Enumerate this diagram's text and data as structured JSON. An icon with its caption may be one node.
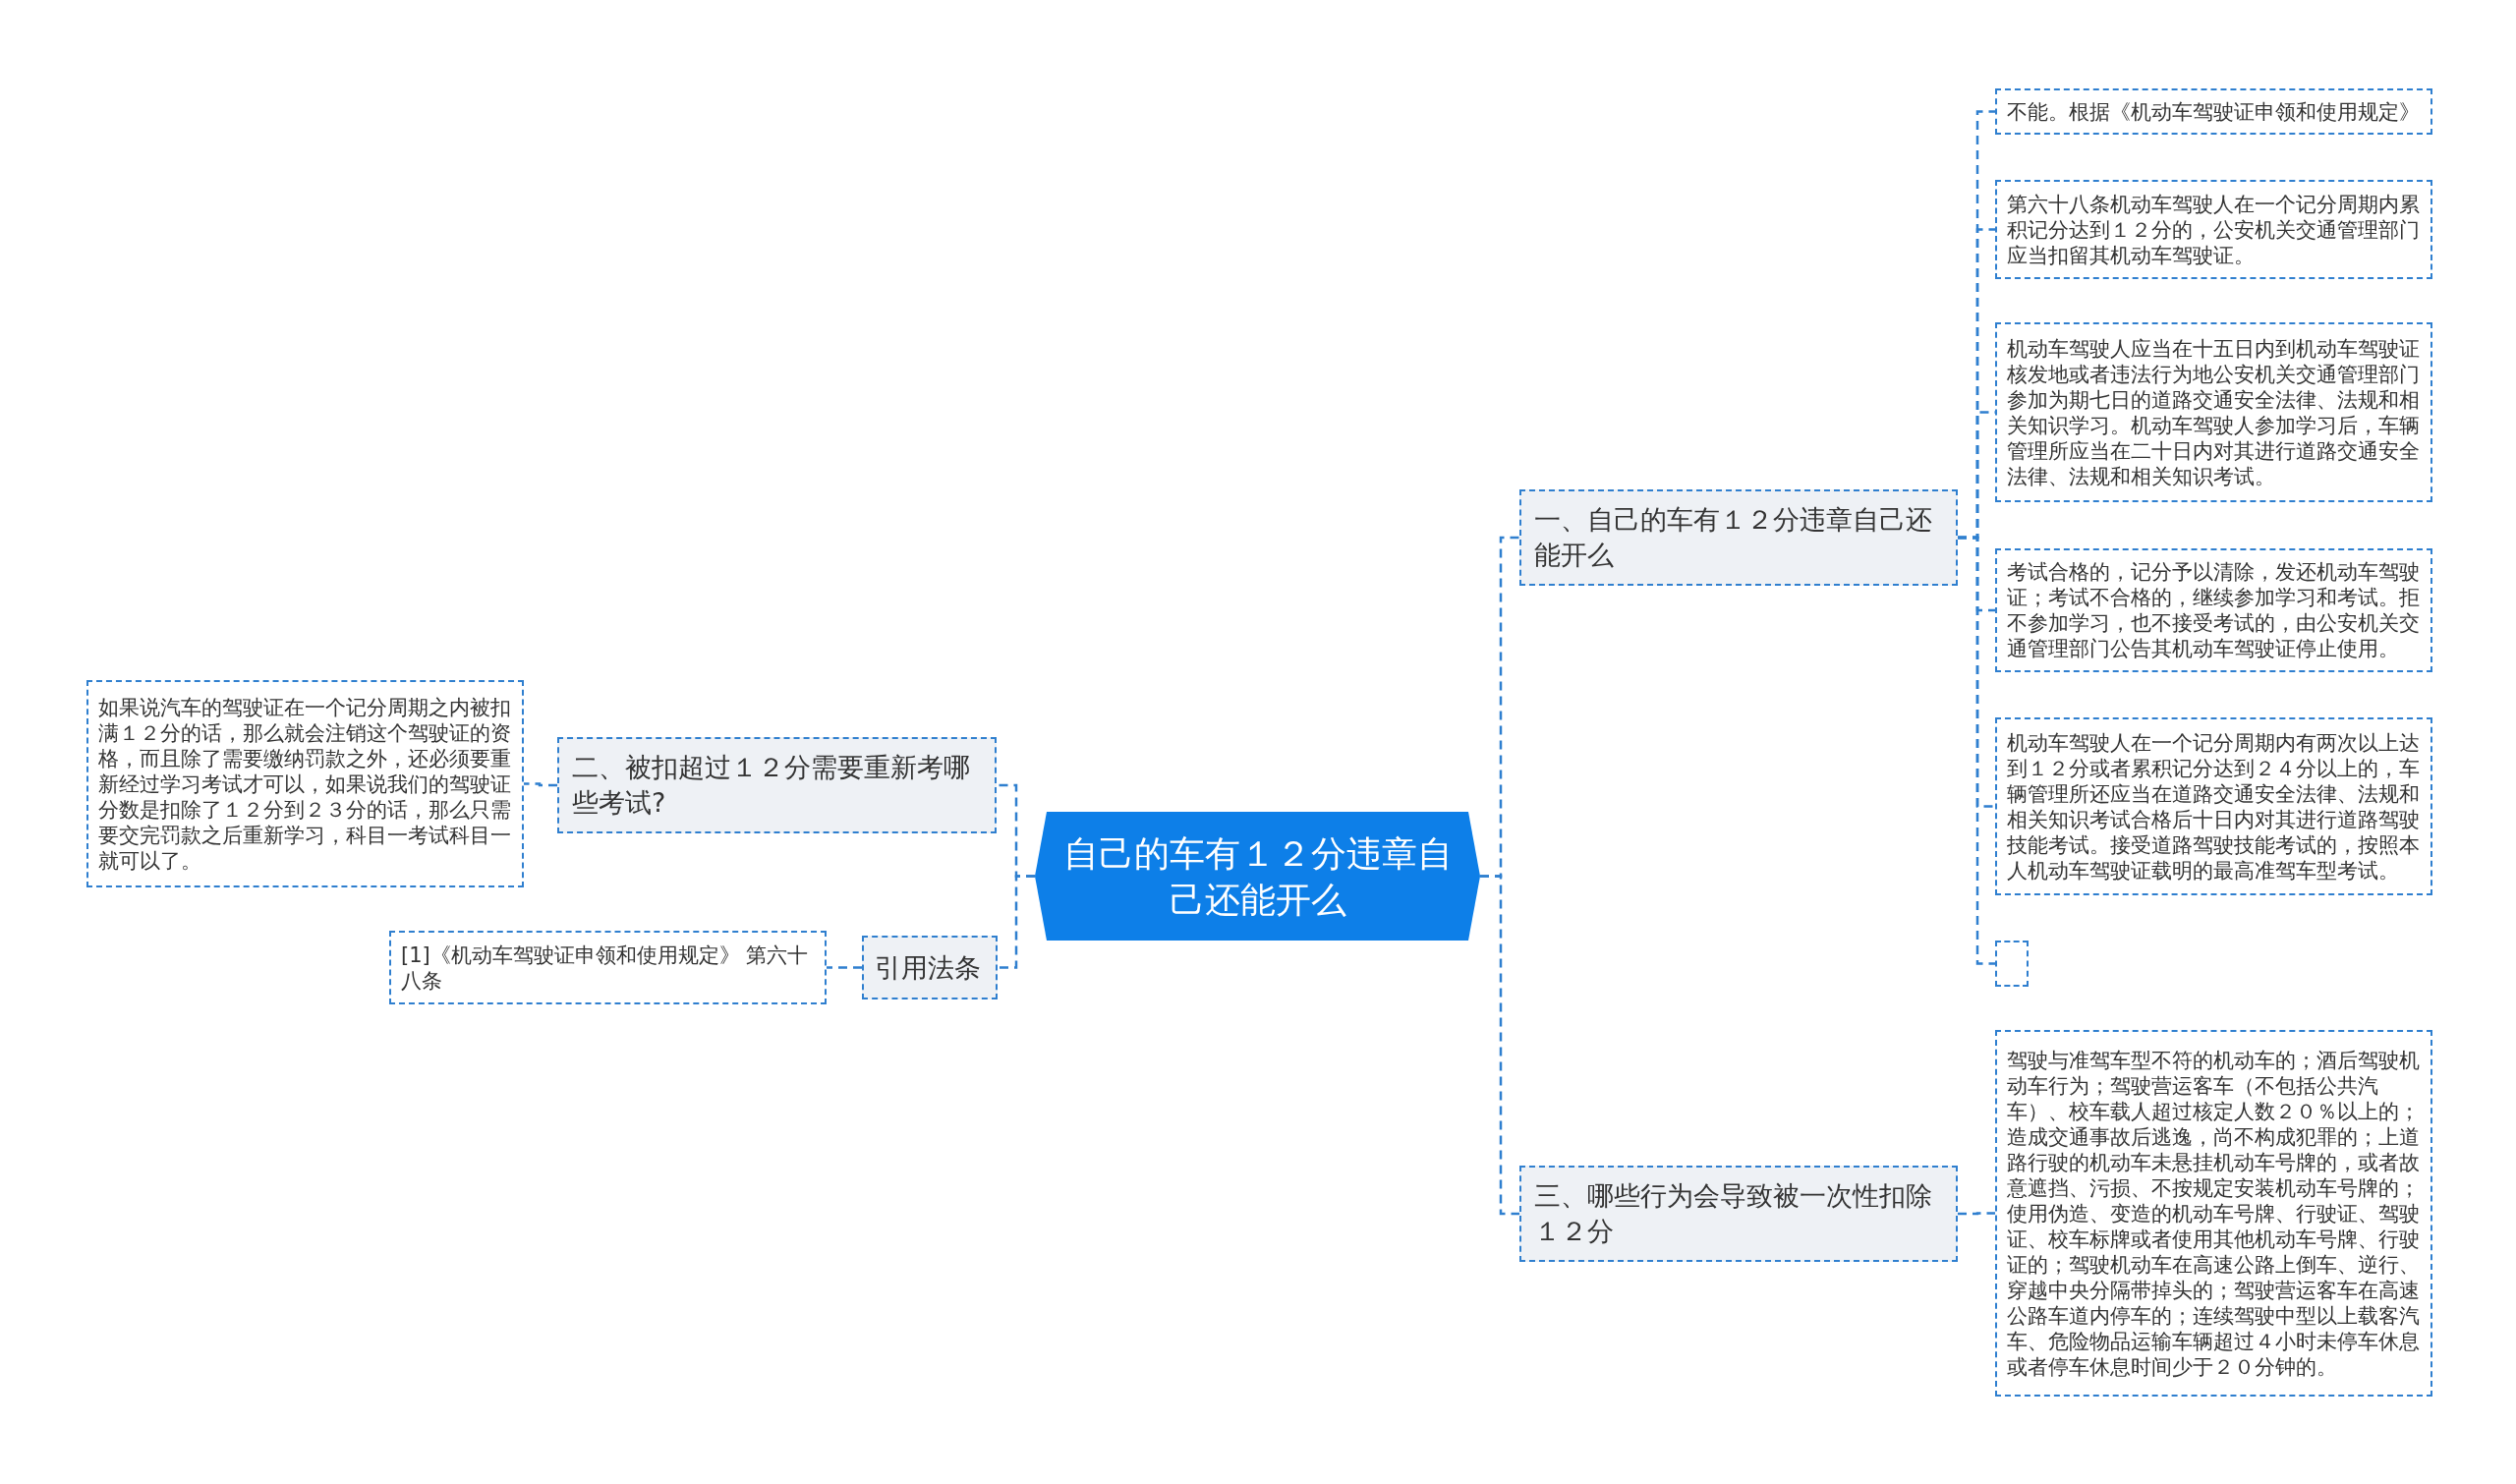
{
  "diagram": {
    "nodes": [
      {
        "text": [
          "自己的车有１２分违章自己还能开么"
        ]
      },
      {
        "text": [
          "一、自己的车有１２分违章自己还能开么"
        ]
      },
      {
        "text": [
          "不能。根据《机动车驾驶证申领和使用规定》"
        ]
      },
      {
        "text": [
          "第六十八条机动车驾驶人在一个记分周期内累积记分达到１２分的，公安机关交通管理部门应当扣留其机动车驾驶证。"
        ]
      },
      {
        "text": [
          "机动车驾驶人应当在十五日内到机动车驾驶证核发地或者违法行为地公安机关交通管理部门参加为期七日的道路交通安全法律、法规和相关知识学习。机动车驾驶人参加学习后，车辆管理所应当在二十日内对其进行道路交通安全法律、法规和相关知识考试。"
        ]
      },
      {
        "text": [
          "考试合格的，记分予以清除，发还机动车驾驶证；考试不合格的，继续参加学习和考试。拒不参加学习，也不接受考试的，由公安机关交通管理部门公告其机动车驾驶证停止使用。"
        ]
      },
      {
        "text": [
          "机动车驾驶人在一个记分周期内有两次以上达到１２分或者累积记分达到２４分以上的，车辆管理所还应当在道路交通安全法律、法规和相关知识考试合格后十日内对其进行道路驾驶技能考试。接受道路驾驶技能考试的，按照本人机动车驾驶证载明的最高准驾车型考试。"
        ]
      },
      {
        "text": [],
        "shape": "box"
      },
      {
        "text": [
          "三、哪些行为会导致被一次性扣除１２分"
        ]
      },
      {
        "text": [
          "驾驶与准驾车型不符的机动车的；酒后驾驶机动车行为；驾驶营运客车（不包括公共汽车）、校车载人超过核定人数２０％以上的；造成交通事故后逃逸，尚不构成犯罪的；上道路行驶的机动车未悬挂机动车号牌的，或者故意遮挡、污损、不按规定安装机动车号牌的；使用伪造、变造的机动车号牌、行驶证、驾驶证、校车标牌或者使用其他机动车号牌、行驶证的；驾驶机动车在高速公路上倒车、逆行、穿越中央分隔带掉头的；驾驶营运客车在高速公路车道内停车的；连续驾驶中型以上载客汽车、危险物品运输车辆超过４小时未停车休息或者停车休息时间少于２０分钟的。"
        ]
      },
      {
        "text": [
          "二、被扣超过１２分需要重新考哪些考试?"
        ]
      },
      {
        "text": [
          "如果说汽车的驾驶证在一个记分周期之内被扣满１２分的话，那么就会注销这个驾驶证的资格，而且除了需要缴纳罚款之外，还必须要重新经过学习考试才可以，如果说我们的驾驶证分数是扣除了１２分到２３分的话，那么只需要交完罚款之后重新学习，科目一考试科目一就可以了。"
        ]
      },
      {
        "text": [
          "引用法条"
        ]
      },
      {
        "text": [
          "[1]《机动车驾驶证申领和使用规定》 第六十八条"
        ]
      }
    ],
    "edges": [
      {
        "from": 0,
        "to": 1,
        "arrow": "none",
        "style": "dashed"
      },
      {
        "from": 1,
        "to": 2,
        "arrow": "none",
        "style": "dashed"
      },
      {
        "from": 1,
        "to": 3,
        "arrow": "none",
        "style": "dashed"
      },
      {
        "from": 1,
        "to": 4,
        "arrow": "none",
        "style": "dashed"
      },
      {
        "from": 1,
        "to": 5,
        "arrow": "none",
        "style": "dashed"
      },
      {
        "from": 1,
        "to": 6,
        "arrow": "none",
        "style": "dashed"
      },
      {
        "from": 1,
        "to": 7,
        "arrow": "none",
        "style": "dashed"
      },
      {
        "from": 0,
        "to": 8,
        "arrow": "none",
        "style": "dashed"
      },
      {
        "from": 8,
        "to": 9,
        "arrow": "none",
        "style": "dashed"
      },
      {
        "from": 0,
        "to": 10,
        "arrow": "none",
        "style": "dashed"
      },
      {
        "from": 10,
        "to": 11,
        "arrow": "none",
        "style": "dashed"
      },
      {
        "from": 0,
        "to": 12,
        "arrow": "none",
        "style": "dashed"
      },
      {
        "from": 12,
        "to": 13,
        "arrow": "none",
        "style": "dashed"
      }
    ]
  }
}
